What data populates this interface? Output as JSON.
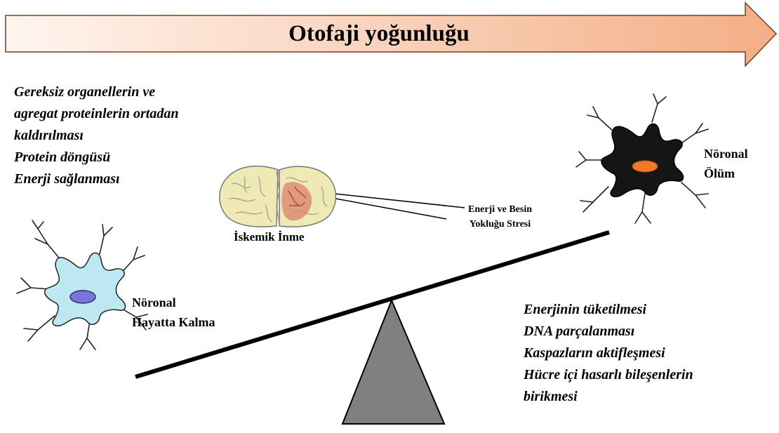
{
  "header": {
    "title": "Otofaji yoğunluğu"
  },
  "left_list": {
    "lines": [
      "Gereksiz organellerin ve",
      "agregat proteinlerin ortadan",
      "kaldırılması",
      "Protein döngüsü",
      "Enerji sağlanması"
    ]
  },
  "right_list": {
    "lines": [
      "Enerjinin tüketilmesi",
      "DNA parçalanması",
      "Kaspazların aktifleşmesi",
      "Hücre içi hasarlı bileşenlerin",
      "birikmesi"
    ]
  },
  "brain": {
    "label": "İskemik İnme"
  },
  "stress": {
    "line1": "Enerji ve Besin",
    "line2": "Yokluğu Stresi"
  },
  "neuron_survival": {
    "line1": "Nöronal",
    "line2": "Hayatta Kalma",
    "body_color": "#bde8f2",
    "nucleus_color": "#7777d8"
  },
  "neuron_death": {
    "line1": "Nöronal",
    "line2": "Ölüm",
    "body_color": "#151515",
    "nucleus_color": "#f07a2a"
  },
  "colors": {
    "arrow_light": "#fff2ea",
    "arrow_dark": "#f3b08a",
    "fulcrum": "#808080"
  }
}
